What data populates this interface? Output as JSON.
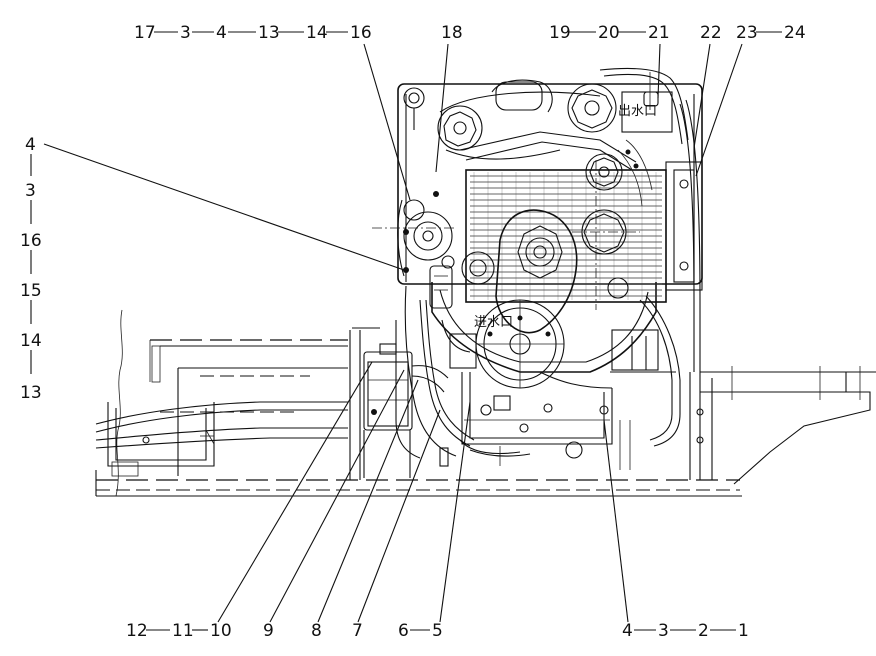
{
  "callouts": {
    "top_left": [
      "17",
      "3",
      "4",
      "13",
      "14",
      "16"
    ],
    "top_18": "18",
    "top_right_a": [
      "19",
      "20",
      "21"
    ],
    "top_22": "22",
    "top_right_b": [
      "23",
      "24"
    ],
    "left_column": [
      "4",
      "3",
      "16",
      "15",
      "14",
      "13"
    ],
    "bottom_left": [
      "12",
      "11",
      "10"
    ],
    "bottom_9": "9",
    "bottom_8": "8",
    "bottom_7": "7",
    "bottom_mid": [
      "6",
      "5"
    ],
    "bottom_right": [
      "4",
      "3",
      "2",
      "1"
    ]
  },
  "annotations": {
    "water_outlet": "出水口",
    "water_inlet": "进水口"
  }
}
